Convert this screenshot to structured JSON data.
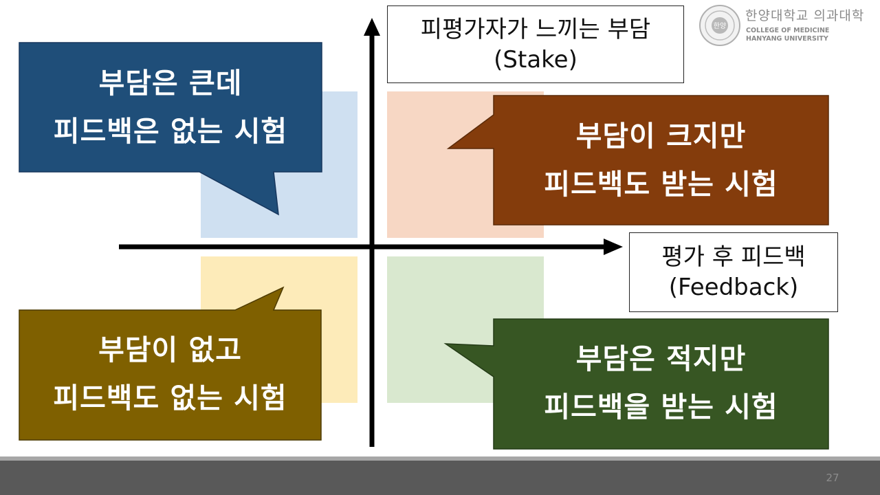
{
  "logo": {
    "emblem_text": "한양",
    "name_kr": "한양대학교 의과대학",
    "name_en_line1": "COLLEGE OF MEDICINE",
    "name_en_line2": "HANYANG UNIVERSITY"
  },
  "y_axis_label": {
    "line1": "피평가자가 느끼는 부담",
    "line2": "(Stake)"
  },
  "x_axis_label": {
    "line1": "평가 후 피드백",
    "line2": "(Feedback)"
  },
  "quadrants": {
    "top_left": {
      "color": "#cfe0f1",
      "callout_color": "#1f4e79",
      "line1": "부담은 큰데",
      "line2": "피드백은 없는 시험"
    },
    "top_right": {
      "color": "#f7d7c4",
      "callout_color": "#843c0c",
      "line1": "부담이 크지만",
      "line2": "피드백도 받는 시험"
    },
    "bottom_left": {
      "color": "#fdebb9",
      "callout_color": "#7f6000",
      "line1": "부담이 없고",
      "line2": "피드백도 없는 시험"
    },
    "bottom_right": {
      "color": "#d9e8cf",
      "callout_color": "#375623",
      "line1": "부담은 적지만",
      "line2": "피드백을 받는 시험"
    }
  },
  "page_number": "27"
}
